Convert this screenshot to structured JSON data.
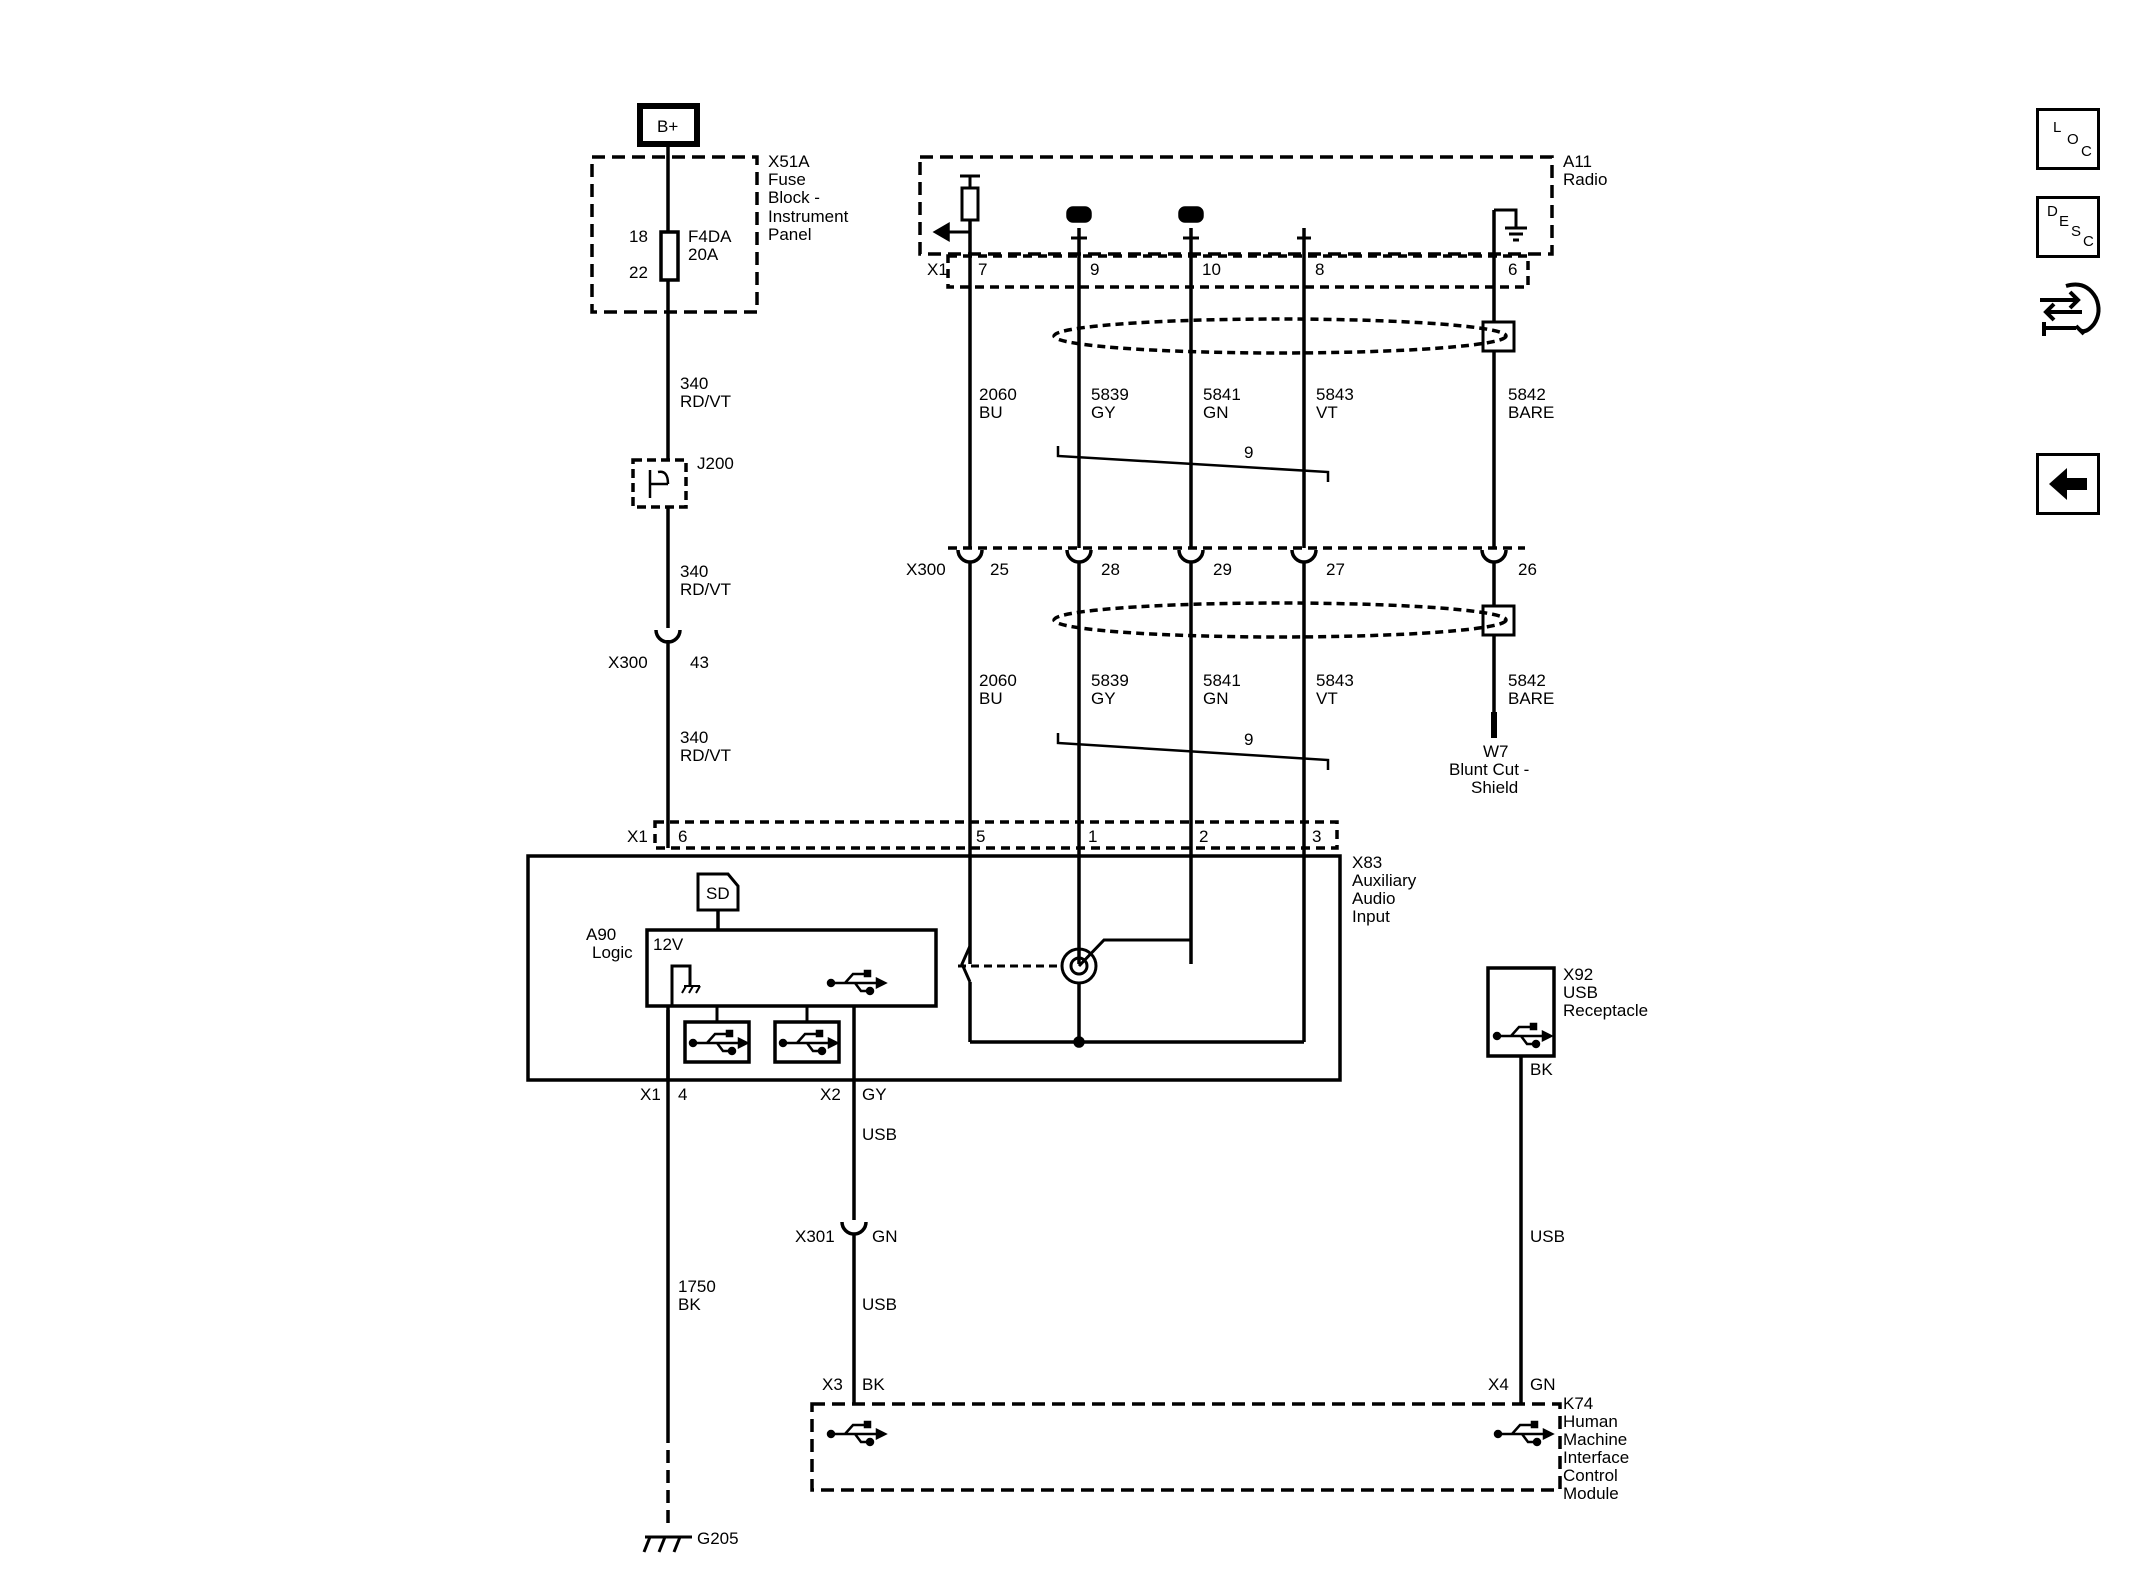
{
  "power": {
    "label": "B+"
  },
  "fuse_block": {
    "id": "X51A",
    "line1": "Fuse",
    "line2": "Block -",
    "line3": "Instrument",
    "line4": "Panel",
    "pin_top": "18",
    "pin_bottom": "22",
    "fuse_name": "F4DA",
    "fuse_rating": "20A"
  },
  "radio": {
    "id": "A11",
    "name": "Radio",
    "connector": "X1",
    "pins": [
      "7",
      "9",
      "10",
      "8",
      "6"
    ]
  },
  "circuits": {
    "c340": {
      "num": "340",
      "color": "RD/VT"
    },
    "c2060": {
      "num": "2060",
      "color": "BU"
    },
    "c5839": {
      "num": "5839",
      "color": "GY"
    },
    "c5841": {
      "num": "5841",
      "color": "GN"
    },
    "c5843": {
      "num": "5843",
      "color": "VT"
    },
    "c5842": {
      "num": "5842",
      "color": "BARE"
    },
    "c1750": {
      "num": "1750",
      "color": "BK"
    },
    "twist": "9"
  },
  "splice": {
    "id": "J200"
  },
  "inline_x300": {
    "id": "X300",
    "pin_main": "43",
    "pins": [
      "25",
      "28",
      "29",
      "27",
      "26"
    ]
  },
  "shield": {
    "id": "W7",
    "line1": "Blunt Cut -",
    "line2": "Shield"
  },
  "aux_module": {
    "id": "X83",
    "line1": "Auxiliary",
    "line2": "Audio",
    "line3": "Input",
    "connector": "X1",
    "pins": [
      "6",
      "5",
      "1",
      "2",
      "3"
    ],
    "logic_id": "A90",
    "logic_name": "Logic",
    "sd": "SD",
    "v12": "12V",
    "x1_bottom": "X1",
    "x1_pin": "4",
    "x2": "X2",
    "x2_color": "GY",
    "usb": "USB"
  },
  "x301": {
    "id": "X301",
    "color": "GN",
    "usb": "USB"
  },
  "usb_receptacle": {
    "id": "X92",
    "line1": "USB",
    "line2": "Receptacle",
    "color": "BK",
    "usb": "USB"
  },
  "hmi": {
    "id": "K74",
    "line1": "Human",
    "line2": "Machine",
    "line3": "Interface",
    "line4": "Control",
    "line5": "Module",
    "x3": "X3",
    "x3_color": "BK",
    "x4": "X4",
    "x4_color": "GN"
  },
  "ground": {
    "id": "G205"
  },
  "nav": {
    "loc": [
      "L",
      "O",
      "C"
    ],
    "desc": [
      "D",
      "E",
      "S",
      "C"
    ]
  }
}
